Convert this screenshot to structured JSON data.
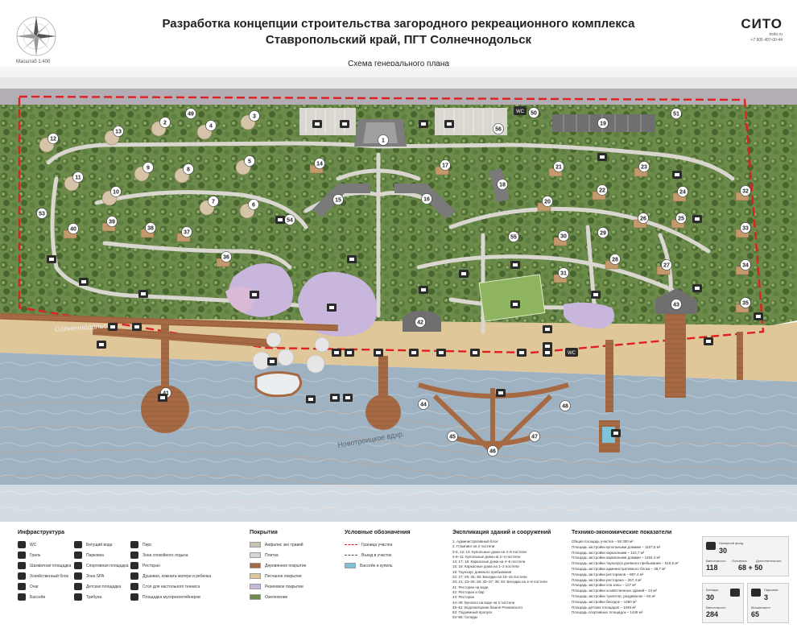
{
  "header": {
    "title_line1": "Разработка концепции строительства загородного рекреационного комплекса",
    "title_line2": "Ставропольский край, ПГТ Солнечнодольск",
    "subtitle": "Схема генерального плана",
    "scale": "Масштаб 1:400"
  },
  "brand": {
    "logo": "СИТО",
    "site": "trsito.ru",
    "phone": "+7 905 497-00-44"
  },
  "map": {
    "place_label_1": "Солнечнодольск",
    "place_label_2": "Новотроицкое вдхр.",
    "markers": [
      "1",
      "2",
      "3",
      "4",
      "5",
      "6",
      "7",
      "8",
      "9",
      "10",
      "11",
      "12",
      "13",
      "14",
      "15",
      "16",
      "17",
      "18",
      "19",
      "20",
      "21",
      "22",
      "23",
      "24",
      "25",
      "26",
      "27",
      "28",
      "29",
      "30",
      "31",
      "32",
      "33",
      "34",
      "35",
      "36",
      "37",
      "38",
      "39",
      "40",
      "41",
      "42",
      "43",
      "44",
      "45",
      "46",
      "47",
      "48",
      "49",
      "50",
      "51",
      "53",
      "54",
      "55",
      "56"
    ],
    "wc_label": "WC",
    "colors": {
      "water": "#9fb2c2",
      "beach": "#e0c79a",
      "deck": "#a56a43",
      "grass": "#6c8a4a",
      "path": "#d9d7cf",
      "boundary": "#e02020",
      "pool": "#c9b6dc"
    }
  },
  "legend": {
    "infra": {
      "title": "Инфраструктура",
      "col1": [
        "WC",
        "Гриль",
        "Шахматная площадка",
        "Хозяйственный блок",
        "Очаг",
        "Бассейн"
      ],
      "col2": [
        "Бегущий вода",
        "Парковка",
        "Спортивная площадка",
        "Зона SPA",
        "Детская площадка",
        "Трибуна"
      ],
      "col3": [
        "Пирс",
        "Зона спокойного отдыха",
        "Ресторан",
        "Душевая, комната матери и ребенка",
        "Стол для настольного тенниса",
        "Площадка мусороконтейнеров"
      ]
    },
    "coverings": {
      "title": "Покрытия",
      "items": [
        {
          "label": "Аифалис эко травяй",
          "color": "#c9c4b2"
        },
        {
          "label": "Плитка",
          "color": "#d8d6ce"
        },
        {
          "label": "Деревянное покрытие",
          "color": "#a56a43"
        },
        {
          "label": "Песчаное покрытие",
          "color": "#e0c79a"
        },
        {
          "label": "Резиновое покрытие",
          "color": "#c9b6dc"
        },
        {
          "label": "Озеленение",
          "color": "#6c8a4a"
        }
      ]
    },
    "symbols": {
      "title": "Условные обозначения",
      "items": [
        "Граница участка",
        "Въезд в участок",
        "Бассейн и купель"
      ]
    },
    "explication": {
      "title": "Экспликация зданий и сооружений",
      "items": [
        "1. Административный блок",
        "2. Глэмпинг на 2 постели",
        "3-5; 12; 13: Купольные дома на 4–6 постели",
        "4-6–11: Купольные дома на 2–4 постели",
        "14; 17; 18: Каркасные дома на 4–6 постели",
        "15; 16: Каркасные дома на 1–2 постели",
        "19: Таунхаус дневного пребывания",
        "22; 27; 29; 35; 38: Беседки на 10–15 постели",
        "20; 21; 23–26; 28; 30–37; 39; 40: Беседки на 4–8 постели",
        "41: Ресторан на воде",
        "42: Ресторан и бар",
        "43: Ресторан",
        "44–48: Бунгало на воде на 2 постели",
        "49–51: Водонапорная башня Резнинского",
        "53: Подземный пропуск",
        "53–55: Склады"
      ]
    },
    "tep": {
      "title": "Технико-экономические показатели",
      "items": [
        "Общая площадь участка – 58 300 м²",
        "Площадь застройки купольными домами – 1107,8 м²",
        "Площадь застройки каркасными – 124,7 м²",
        "Площадь застройки каркасными домами – 1184,4 м²",
        "Площадь застройки таунхауса дневного пребывания – 510,5 м²",
        "Площадь застройки административного блока – 38,7 м²",
        "Площадь застройки ресторанов – 897,4 м²",
        "Площадь застройки ресторана – 267,4 м²",
        "Площадь застройки спа зоны – 127 м²",
        "Площадь застройки хозяйственных зданий – 24 м²",
        "Площадь застройки туалетов, раздевалок – 84 м²",
        "Площадь застройки беседок – 1490 м²",
        "Площадь детских площадок – 1049 м²",
        "Площадь спортивных площадок – 1449 м²"
      ]
    },
    "stats": {
      "room_label": "Номерной фонд",
      "room_value": "30",
      "capacity_label": "Вместимость",
      "capacity_value": "118",
      "base_label": "Основных",
      "base_value": "68 + 50",
      "extra_label": "Дополнительных",
      "gazebo_label": "Беседки",
      "gazebo_value": "30",
      "gazebo_cap_label": "Вместимость",
      "gazebo_cap_value": "284",
      "parking_label": "Парковка",
      "parking_value": "3",
      "parking_cap_label": "Машиномест",
      "parking_cap_value": "65"
    }
  }
}
